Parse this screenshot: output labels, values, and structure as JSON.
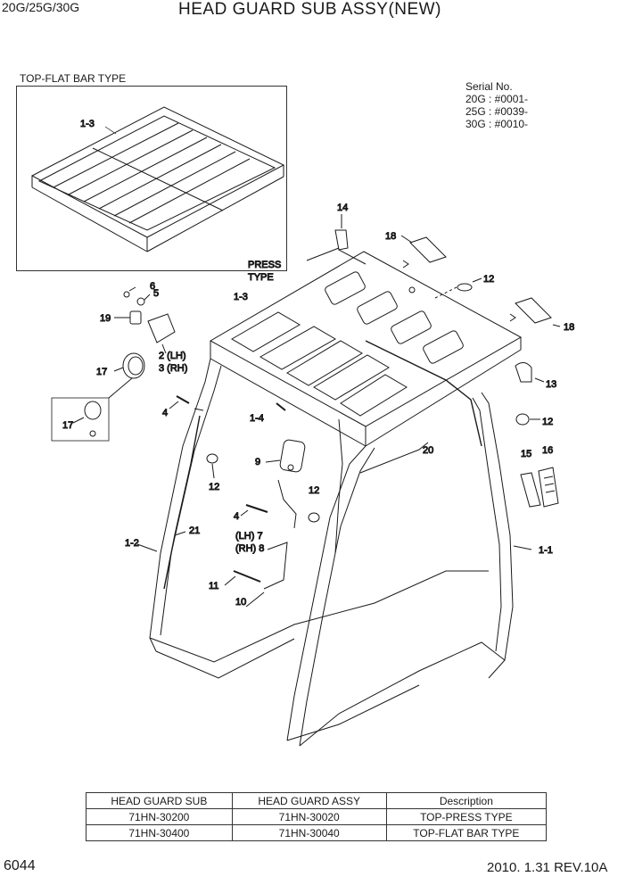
{
  "header": {
    "model": "20G/25G/30G",
    "title": "HEAD GUARD SUB ASSY(NEW)"
  },
  "inset": {
    "label": "TOP-FLAT BAR TYPE",
    "callout": "1-3"
  },
  "serial": {
    "heading": "Serial No.",
    "lines": [
      "20G : #0001-",
      "25G : #0039-",
      "30G : #0010-"
    ]
  },
  "callouts": {
    "c14": "14",
    "c18a": "18",
    "c18b": "18",
    "c12a": "12",
    "c12b": "12",
    "c12c": "12",
    "c12d": "12",
    "c6": "6",
    "c5": "5",
    "c19": "19",
    "c13": "13",
    "c17a": "17",
    "c17b": "17",
    "c4a": "4",
    "c4b": "4",
    "c14b": "1-4",
    "c13b": "1-3",
    "c20": "20",
    "c9": "9",
    "c15": "15",
    "c16": "16",
    "c21": "21",
    "c12side": "1-2",
    "c11side": "1-1",
    "c11": "11",
    "c10": "10",
    "c2lh": "2 (LH)",
    "c3rh": "3 (RH)",
    "c7lh": "(LH) 7",
    "c8rh": "(RH) 8",
    "press1": "PRESS",
    "press2": "TYPE"
  },
  "table": {
    "headers": [
      "HEAD GUARD SUB",
      "HEAD GUARD ASSY",
      "Description"
    ],
    "rows": [
      [
        "71HN-30200",
        "71HN-30020",
        "TOP-PRESS TYPE"
      ],
      [
        "71HN-30400",
        "71HN-30040",
        "TOP-FLAT BAR TYPE"
      ]
    ]
  },
  "footer": {
    "page": "6044",
    "revision": "2010. 1.31  REV.10A"
  }
}
